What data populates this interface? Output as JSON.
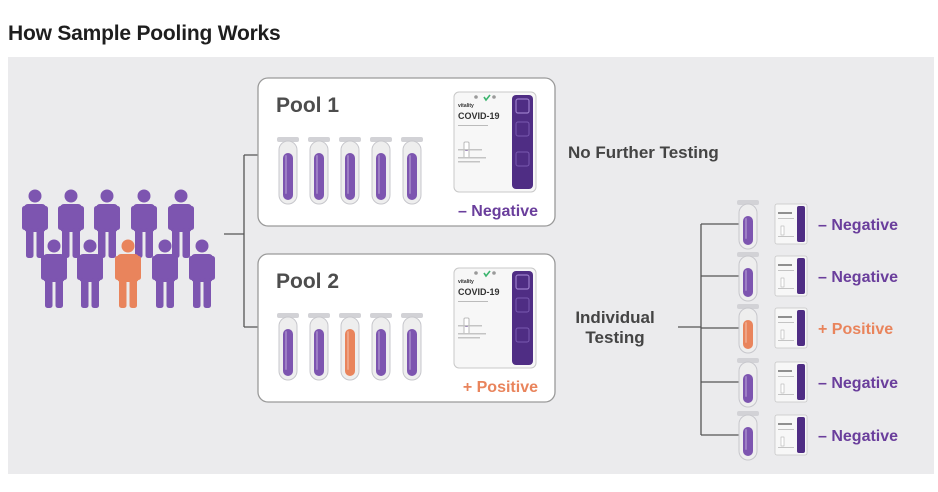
{
  "title": "How Sample Pooling Works",
  "colors": {
    "purple": "#7d55b0",
    "purple_dark": "#4f2d84",
    "salmon": "#e9845c",
    "panel_bg": "#ebebed",
    "box_border": "#9a9a9a",
    "line": "#555555"
  },
  "pools": [
    {
      "label": "Pool 1",
      "tubes": [
        "negative",
        "negative",
        "negative",
        "negative",
        "negative"
      ],
      "kit_brand": "vitality",
      "kit_label": "COVID-19",
      "result": "– Negative",
      "result_type": "negative",
      "outcome": "No Further Testing"
    },
    {
      "label": "Pool 2",
      "tubes": [
        "negative",
        "negative",
        "positive",
        "negative",
        "negative"
      ],
      "kit_brand": "vitality",
      "kit_label": "COVID-19",
      "result": "+ Positive",
      "result_type": "positive",
      "outcome": "Individual Testing"
    }
  ],
  "people": [
    "negative",
    "negative",
    "negative",
    "negative",
    "negative",
    "negative",
    "negative",
    "positive",
    "negative",
    "negative"
  ],
  "individual_results": [
    {
      "text": "– Negative",
      "type": "negative"
    },
    {
      "text": "– Negative",
      "type": "negative"
    },
    {
      "text": "+ Positive",
      "type": "positive"
    },
    {
      "text": "– Negative",
      "type": "negative"
    },
    {
      "text": "– Negative",
      "type": "negative"
    }
  ],
  "icons": [
    "person-icon",
    "test-tube-icon",
    "test-kit-icon"
  ]
}
